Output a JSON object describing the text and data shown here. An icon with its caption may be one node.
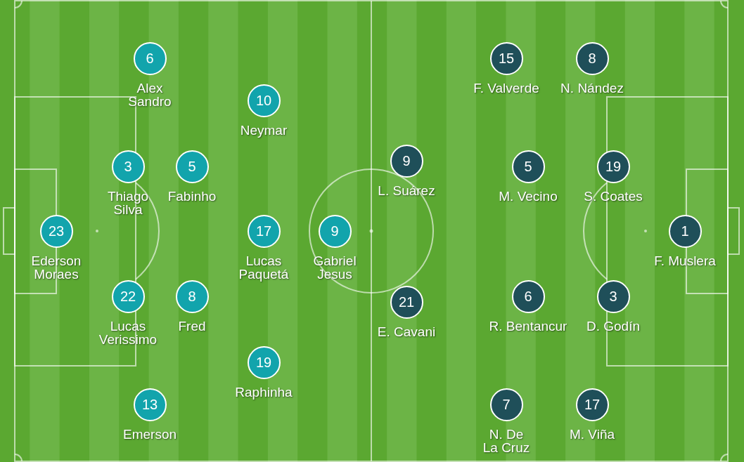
{
  "diagram": {
    "nodes": [
      {
        "text": [
          "23"
        ],
        "beside": [
          "Ederson Moraes"
        ]
      },
      {
        "text": [
          "6"
        ],
        "beside": [
          "Alex Sandro"
        ]
      },
      {
        "text": [
          "3"
        ],
        "beside": [
          "Thiago Silva"
        ]
      },
      {
        "text": [
          "22"
        ],
        "beside": [
          "Lucas Verissimo"
        ]
      },
      {
        "text": [
          "13"
        ],
        "beside": [
          "Emerson"
        ]
      },
      {
        "text": [
          "5"
        ],
        "beside": [
          "Fabinho"
        ]
      },
      {
        "text": [
          "8"
        ],
        "beside": [
          "Fred"
        ]
      },
      {
        "text": [
          "10"
        ],
        "beside": [
          "Neymar"
        ]
      },
      {
        "text": [
          "17"
        ],
        "beside": [
          "Lucas Paquetá"
        ]
      },
      {
        "text": [
          "19"
        ],
        "beside": [
          "Raphinha"
        ]
      },
      {
        "text": [
          "9"
        ],
        "beside": [
          "Gabriel Jesus"
        ]
      },
      {
        "text": [
          "9"
        ],
        "beside": [
          "L. Suárez"
        ]
      },
      {
        "text": [
          "21"
        ],
        "beside": [
          "E. Cavani"
        ]
      },
      {
        "text": [
          "15"
        ],
        "beside": [
          "F. Valverde"
        ]
      },
      {
        "text": [
          "7"
        ],
        "beside": [
          "N. De La Cruz"
        ]
      },
      {
        "text": [
          "5"
        ],
        "beside": [
          "M. Vecino"
        ]
      },
      {
        "text": [
          "6"
        ],
        "beside": [
          "R. Bentancur"
        ]
      },
      {
        "text": [
          "8"
        ],
        "beside": [
          "N. Nández"
        ]
      },
      {
        "text": [
          "17"
        ],
        "beside": [
          "M. Viña"
        ]
      },
      {
        "text": [
          "19"
        ],
        "beside": [
          "S. Coates"
        ]
      },
      {
        "text": [
          "3"
        ],
        "beside": [
          "D. Godín"
        ]
      },
      {
        "text": [
          "1"
        ],
        "beside": [
          "F. Muslera"
        ]
      }
    ]
  }
}
